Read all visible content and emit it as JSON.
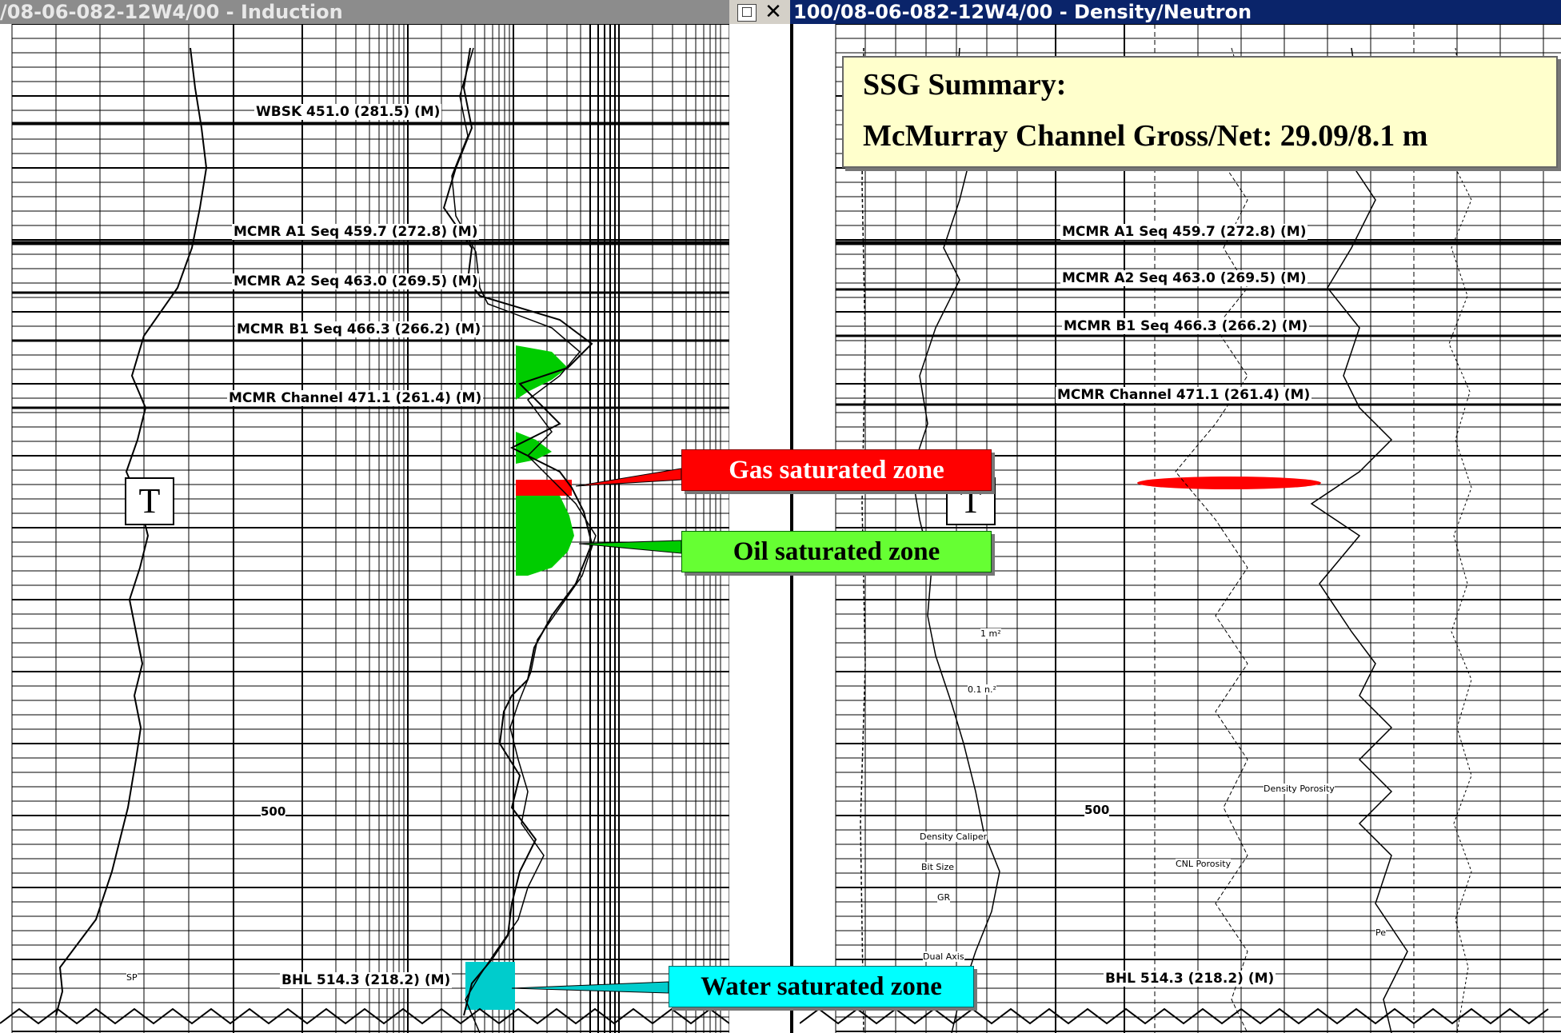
{
  "windows": {
    "left_title": "/08-06-082-12W4/00 - Induction",
    "right_title": "100/08-06-082-12W4/00 - Density/Neutron",
    "minimize_glyph": "□",
    "close_glyph": "✕"
  },
  "summary": {
    "line1": "SSG Summary:",
    "line2": "McMurray Channel Gross/Net: 29.09/8.1 m"
  },
  "formation_tops": {
    "wbsk": "WBSK 451.0 (281.5) (M)",
    "a1": "MCMR A1 Seq 459.7 (272.8) (M)",
    "a2": "MCMR A2 Seq 463.0 (269.5) (M)",
    "b1": "MCMR B1 Seq 466.3 (266.2) (M)",
    "channel": "MCMR Channel 471.1 (261.4) (M)",
    "bhl": "BHL 514.3 (218.2) (M)"
  },
  "callouts": {
    "gas": "Gas saturated zone",
    "oil": "Oil saturated zone",
    "water": "Water saturated zone"
  },
  "markers": {
    "t_left": "T",
    "t_right": "T",
    "depth_left": "500",
    "depth_right": "500"
  },
  "curve_labels": {
    "sp": "SP",
    "one_m": "1 m²",
    "point_one": "0.1 n.²",
    "density_porosity": "Density Porosity",
    "cnl_porosity": "CNL Porosity",
    "density_caliper": "Density Caliper",
    "bit_size": "Bit Size",
    "gr": "GR",
    "dual_axis": "Dual Axis",
    "pe": "Pe"
  },
  "colors": {
    "gas": "#ff0000",
    "oil": "#00cc00",
    "water": "#00cccc",
    "active_title": "#0a246a",
    "inactive_title": "#8c8c8c",
    "summary_bg": "#ffffcc"
  }
}
